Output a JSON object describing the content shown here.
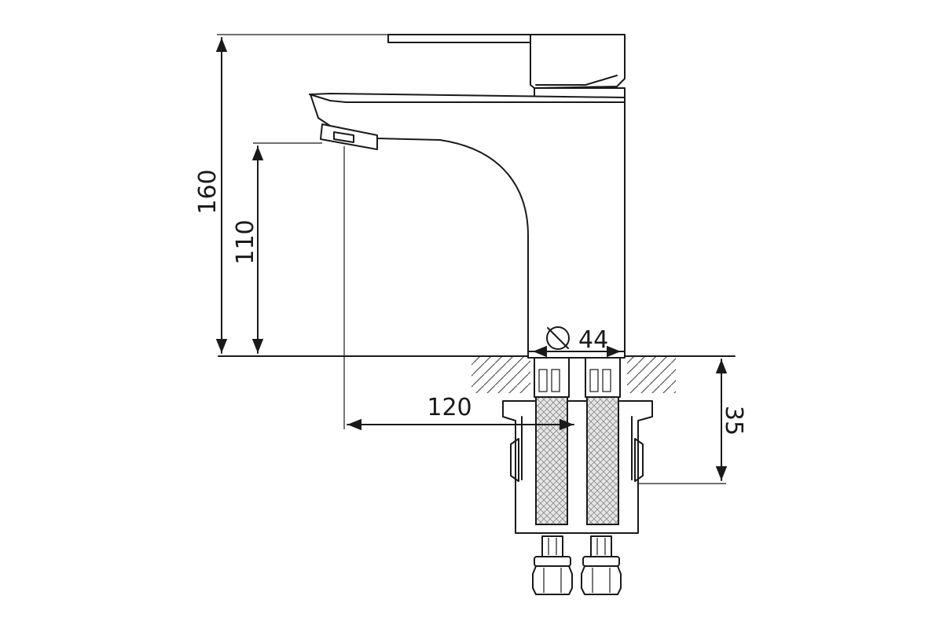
{
  "drawing": {
    "dimensions": {
      "overall_height": "160",
      "spout_height": "110",
      "spout_reach": "120",
      "hole_diameter": "44",
      "mount_thickness": "35"
    },
    "diameter_symbol": "⌀",
    "line_color": "#1a1a1a",
    "background_color": "#ffffff"
  }
}
